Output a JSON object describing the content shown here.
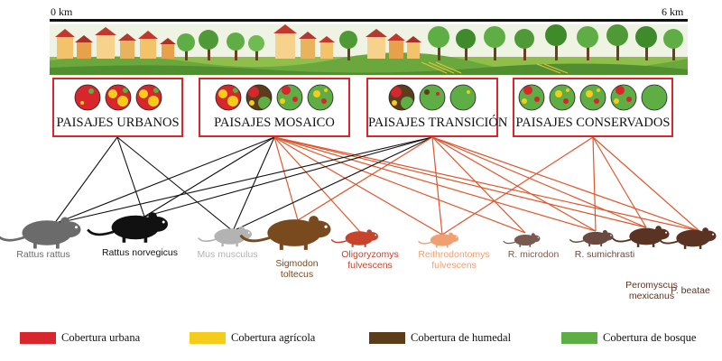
{
  "scale": {
    "left": "0 km",
    "right": "6 km"
  },
  "colors": {
    "urban": "#d7262c",
    "agricultural": "#f3cc1c",
    "wetland": "#5b3d1c",
    "forest": "#5fae45",
    "edge_black": "#111111",
    "edge_red": "#e0562c"
  },
  "landscapes": [
    {
      "id": "urbanos",
      "title": "PAISAJES URBANOS",
      "circles": [
        "urban",
        "urban-agri",
        "urban-agri"
      ]
    },
    {
      "id": "mosaico",
      "title": "PAISAJES MOSAICO",
      "circles": [
        "urban-agri",
        "wetland-mix",
        "forest-urban",
        "forest-agri"
      ]
    },
    {
      "id": "transicion",
      "title": "PAISAJES TRANSICIÓN",
      "circles": [
        "wetland-mix",
        "forest-wetland",
        "forest-light"
      ]
    },
    {
      "id": "conservados",
      "title": "PAISAJES CONSERVADOS",
      "circles": [
        "forest-urban",
        "forest-agri",
        "forest-agri",
        "forest-urban",
        "forest"
      ]
    }
  ],
  "species": [
    {
      "id": "rattus_rattus",
      "label": "Rattus rattus",
      "color": "#6b6b6b"
    },
    {
      "id": "rattus_norvegicus",
      "label": "Rattus norvegicus",
      "color": "#111111"
    },
    {
      "id": "mus_musculus",
      "label": "Mus musculus",
      "color": "#b3b3b3"
    },
    {
      "id": "sigmodon_toltecus",
      "label": "Sigmodon\ntoltecus",
      "color": "#7a4a1f"
    },
    {
      "id": "oligoryzomys_fulvescens",
      "label": "Oligoryzomys\nfulvescens",
      "color": "#c8432b"
    },
    {
      "id": "reithrodontomys_fulvescens",
      "label": "Reithrodontomys\nfulvescens",
      "color": "#f0a070"
    },
    {
      "id": "r_microdon",
      "label": "R. microdon",
      "color": "#7a5a50"
    },
    {
      "id": "r_sumichrasti",
      "label": "R. sumichrasti",
      "color": "#6a4a40"
    },
    {
      "id": "peromyscus_mexicanus",
      "label": "Peromyscus\nmexicanus",
      "color": "#5b3322"
    },
    {
      "id": "p_beatae",
      "label": "P. beatae",
      "color": "#5b3322"
    }
  ],
  "links": [
    {
      "from": "urbanos",
      "to": "rattus_rattus",
      "type": "black"
    },
    {
      "from": "urbanos",
      "to": "rattus_norvegicus",
      "type": "black"
    },
    {
      "from": "urbanos",
      "to": "mus_musculus",
      "type": "black"
    },
    {
      "from": "mosaico",
      "to": "rattus_rattus",
      "type": "black"
    },
    {
      "from": "mosaico",
      "to": "rattus_norvegicus",
      "type": "black"
    },
    {
      "from": "mosaico",
      "to": "mus_musculus",
      "type": "black"
    },
    {
      "from": "mosaico",
      "to": "sigmodon_toltecus",
      "type": "red"
    },
    {
      "from": "mosaico",
      "to": "oligoryzomys_fulvescens",
      "type": "red"
    },
    {
      "from": "mosaico",
      "to": "reithrodontomys_fulvescens",
      "type": "red"
    },
    {
      "from": "mosaico",
      "to": "r_microdon",
      "type": "red"
    },
    {
      "from": "mosaico",
      "to": "r_sumichrasti",
      "type": "red"
    },
    {
      "from": "mosaico",
      "to": "peromyscus_mexicanus",
      "type": "red"
    },
    {
      "from": "mosaico",
      "to": "p_beatae",
      "type": "red"
    },
    {
      "from": "transicion",
      "to": "rattus_rattus",
      "type": "black"
    },
    {
      "from": "transicion",
      "to": "rattus_norvegicus",
      "type": "black"
    },
    {
      "from": "transicion",
      "to": "mus_musculus",
      "type": "black"
    },
    {
      "from": "transicion",
      "to": "sigmodon_toltecus",
      "type": "red"
    },
    {
      "from": "transicion",
      "to": "reithrodontomys_fulvescens",
      "type": "red"
    },
    {
      "from": "transicion",
      "to": "r_microdon",
      "type": "red"
    },
    {
      "from": "transicion",
      "to": "r_sumichrasti",
      "type": "red"
    },
    {
      "from": "transicion",
      "to": "peromyscus_mexicanus",
      "type": "red"
    },
    {
      "from": "transicion",
      "to": "p_beatae",
      "type": "red"
    },
    {
      "from": "conservados",
      "to": "reithrodontomys_fulvescens",
      "type": "red"
    },
    {
      "from": "conservados",
      "to": "r_sumichrasti",
      "type": "red"
    },
    {
      "from": "conservados",
      "to": "peromyscus_mexicanus",
      "type": "red"
    },
    {
      "from": "conservados",
      "to": "p_beatae",
      "type": "red"
    }
  ],
  "legend": [
    {
      "key": "urban",
      "label": "Cobertura urbana"
    },
    {
      "key": "agricultural",
      "label": "Cobertura agrícola"
    },
    {
      "key": "wetland",
      "label": "Cobertura de humedal"
    },
    {
      "key": "forest",
      "label": "Cobertura de bosque"
    }
  ]
}
